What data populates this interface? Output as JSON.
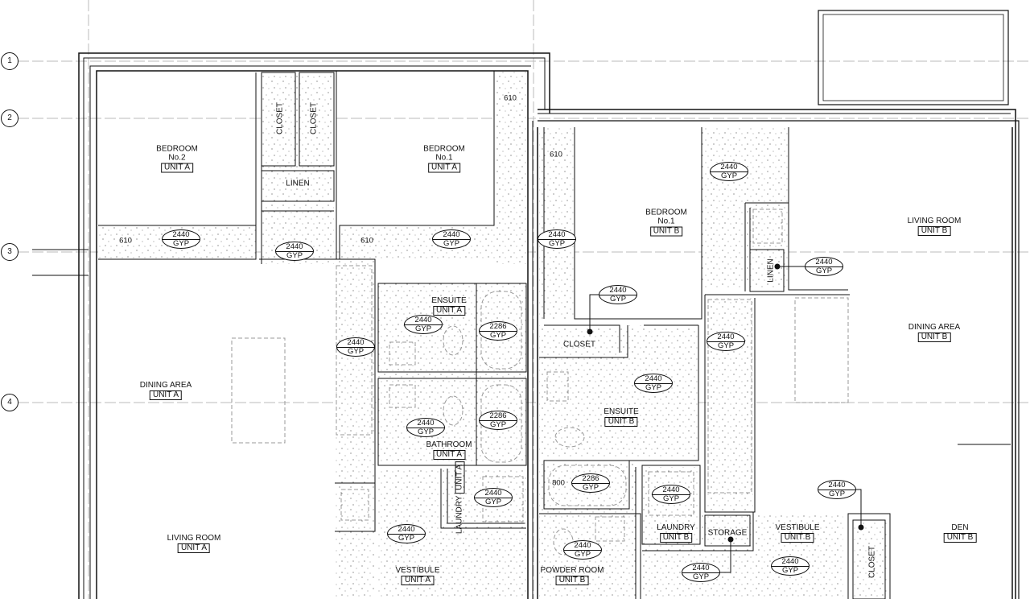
{
  "grid_lines": [
    "1",
    "2",
    "3",
    "4"
  ],
  "rooms": [
    {
      "name": "BEDROOM",
      "sub": "No.2",
      "unit": "UNIT A"
    },
    {
      "name": "BEDROOM",
      "sub": "No.1",
      "unit": "UNIT A"
    },
    {
      "name": "CLOSET"
    },
    {
      "name": "CLOSET"
    },
    {
      "name": "LINEN"
    },
    {
      "name": "BEDROOM",
      "sub": "No.1",
      "unit": "UNIT B"
    },
    {
      "name": "LIVING ROOM",
      "unit": "UNIT B"
    },
    {
      "name": "LINEN"
    },
    {
      "name": "DINING AREA",
      "unit": "UNIT B"
    },
    {
      "name": "CLOSET"
    },
    {
      "name": "ENSUITE",
      "unit": "UNIT A"
    },
    {
      "name": "DINING AREA",
      "unit": "UNIT A"
    },
    {
      "name": "ENSUITE",
      "unit": "UNIT B"
    },
    {
      "name": "BATHROOM",
      "unit": "UNIT A"
    },
    {
      "name": "LAUNDRY",
      "unit": "UNIT A"
    },
    {
      "name": "LIVING ROOM",
      "unit": "UNIT A"
    },
    {
      "name": "LAUNDRY",
      "unit": "UNIT B"
    },
    {
      "name": "STORAGE"
    },
    {
      "name": "VESTIBULE",
      "unit": "UNIT B"
    },
    {
      "name": "DEN",
      "unit": "UNIT B"
    },
    {
      "name": "VESTIBULE",
      "unit": "UNIT A"
    },
    {
      "name": "POWDER ROOM",
      "unit": "UNIT B"
    },
    {
      "name": "CLOSET"
    }
  ],
  "ceiling_tags": [
    {
      "height": "2440",
      "material": "GYP"
    },
    {
      "height": "2440",
      "material": "GYP"
    },
    {
      "height": "2440",
      "material": "GYP"
    },
    {
      "height": "2440",
      "material": "GYP"
    },
    {
      "height": "2440",
      "material": "GYP"
    },
    {
      "height": "2440",
      "material": "GYP"
    },
    {
      "height": "2440",
      "material": "GYP"
    },
    {
      "height": "2440",
      "material": "GYP"
    },
    {
      "height": "2440",
      "material": "GYP"
    },
    {
      "height": "2440",
      "material": "GYP"
    },
    {
      "height": "2286",
      "material": "GYP"
    },
    {
      "height": "2440",
      "material": "GYP"
    },
    {
      "height": "2286",
      "material": "GYP"
    },
    {
      "height": "2440",
      "material": "GYP"
    },
    {
      "height": "2286",
      "material": "GYP"
    },
    {
      "height": "2440",
      "material": "GYP"
    },
    {
      "height": "2440",
      "material": "GYP"
    },
    {
      "height": "2440",
      "material": "GYP"
    },
    {
      "height": "2440",
      "material": "GYP"
    },
    {
      "height": "2440",
      "material": "GYP"
    },
    {
      "height": "2440",
      "material": "GYP"
    },
    {
      "height": "2440",
      "material": "GYP"
    }
  ],
  "dimensions": [
    "610",
    "610",
    "610",
    "610",
    "800"
  ],
  "colors": {
    "line": "#111111",
    "grid": "#bbbbbb",
    "fixture": "#999999"
  }
}
